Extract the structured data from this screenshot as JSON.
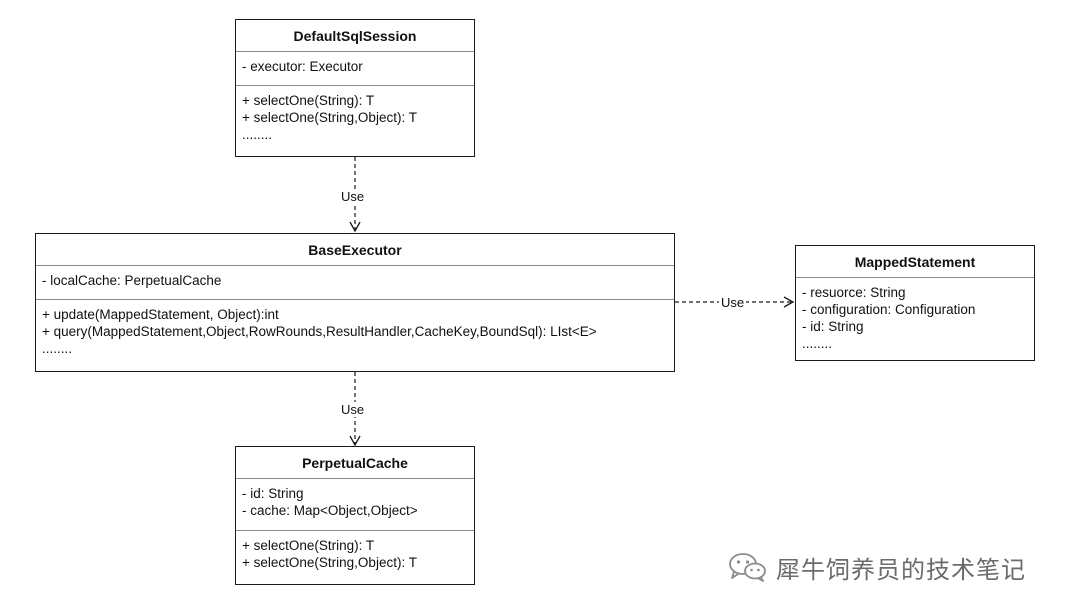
{
  "classes": {
    "default_sql_session": {
      "name": "DefaultSqlSession",
      "attributes": [
        "- executor: Executor"
      ],
      "methods": [
        "+ selectOne(String): T",
        "+ selectOne(String,Object): T",
        "........"
      ]
    },
    "base_executor": {
      "name": "BaseExecutor",
      "attributes": [
        "- localCache: PerpetualCache"
      ],
      "methods": [
        "+ update(MappedStatement, Object):int",
        "+ query(MappedStatement,Object,RowRounds,ResultHandler,CacheKey,BoundSql): LIst<E>",
        "........"
      ]
    },
    "mapped_statement": {
      "name": "MappedStatement",
      "attributes": [
        "- resuorce: String",
        "- configuration: Configuration",
        "- id: String",
        "........"
      ],
      "methods": []
    },
    "perpetual_cache": {
      "name": "PerpetualCache",
      "attributes": [
        "- id: String",
        "- cache: Map<Object,Object>"
      ],
      "methods": [
        "+ selectOne(String): T",
        "+ selectOne(String,Object): T"
      ]
    }
  },
  "relations": {
    "session_to_executor": "Use",
    "executor_to_statement": "Use",
    "executor_to_cache": "Use"
  },
  "watermark": {
    "text": "犀牛饲养员的技术笔记",
    "icon": "wechat-icon"
  }
}
